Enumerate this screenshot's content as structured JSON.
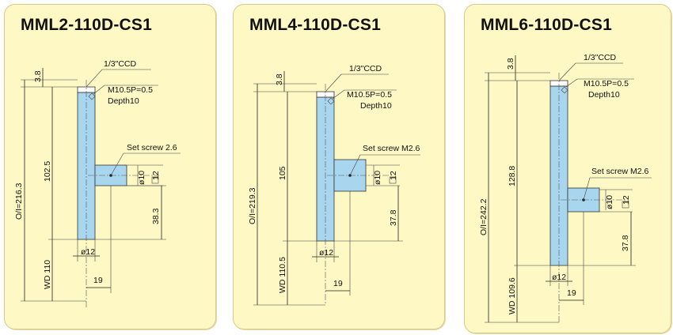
{
  "panels": [
    {
      "title": "MML2-110D-CS1",
      "ccd_label": "1/3\"CCD",
      "ccd_offset": "3.8",
      "thread_label": "M10.5P=0.5",
      "depth_label": "Depth10",
      "set_screw_label": "Set screw 2.6",
      "oi_label": "O/I=216.3",
      "upper_length": "102.5",
      "lower_offset": "38.3",
      "port_diameter": "ø10",
      "port_square": "12",
      "tube_diameter": "ø12",
      "wd_label": "WD 110",
      "side_offset": "19"
    },
    {
      "title": "MML4-110D-CS1",
      "ccd_label": "1/3\"CCD",
      "ccd_offset": "3.8",
      "thread_label": "M10.5P=0.5",
      "depth_label": "Depth10",
      "set_screw_label": "Set screw M2.6",
      "oi_label": "O/I=219.3",
      "upper_length": "105",
      "lower_offset": "37.8",
      "port_diameter": "ø10",
      "port_square": "12",
      "tube_diameter": "ø12",
      "wd_label": "WD 110.5",
      "side_offset": "19"
    },
    {
      "title": "MML6-110D-CS1",
      "ccd_label": "1/3\"CCD",
      "ccd_offset": "3.8",
      "thread_label": "M10.5P=0.5",
      "depth_label": "Depth10",
      "set_screw_label": "Set screw M2.6",
      "oi_label": "O/I=242.2",
      "upper_length": "128.8",
      "lower_offset": "37.8",
      "port_diameter": "ø10",
      "port_square": "12",
      "tube_diameter": "ø12",
      "wd_label": "WD 109.6",
      "side_offset": "19"
    }
  ]
}
